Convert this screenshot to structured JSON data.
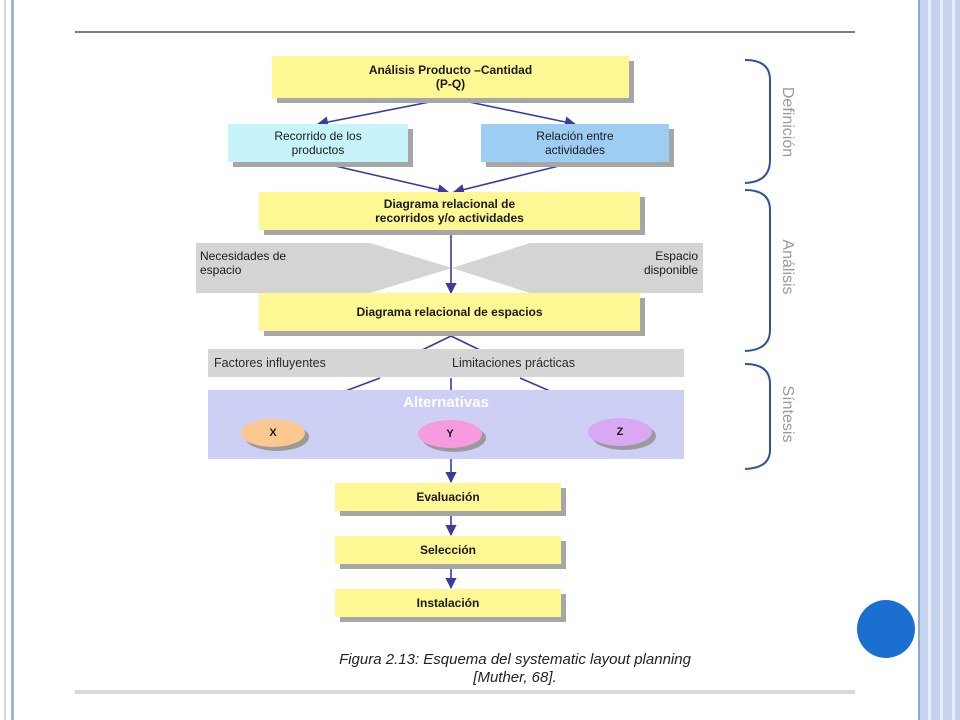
{
  "diagram": {
    "nodes": {
      "analisis": "Análisis Producto –Cantidad\n(P-Q)",
      "recorrido": "Recorrido de los\nproductos",
      "relacion": "Relación entre\nactividades",
      "diagrama_relacional": "Diagrama relacional de\nrecorridos y/o actividades",
      "necesidades": "Necesidades de\nespacio",
      "espacio_disponible": "Espacio\ndisponible",
      "diagrama_espacios": "Diagrama relacional de espacios",
      "factores": "Factores influyentes",
      "limitaciones": "Limitaciones prácticas",
      "alternativas": "Alternativas",
      "alt_x": "X",
      "alt_y": "Y",
      "alt_z": "Z",
      "evaluacion": "Evaluación",
      "seleccion": "Selección",
      "instalacion": "Instalación"
    },
    "phases": [
      "Definición",
      "Análisis",
      "Síntesis"
    ],
    "caption": "Figura 2.13: Esquema del systematic layout planning\n[Muther, 68].",
    "colors": {
      "box_yellow": "#fdf794",
      "box_cyan": "#c7f3fa",
      "box_blue": "#9ecdf4",
      "alt_panel": "#cdcff5",
      "oval_x": "#fbc98f",
      "oval_y": "#f79be0",
      "oval_z": "#d8a8f2",
      "arrow": "#3b3b9f",
      "nav_dot": "#1a6fd1"
    },
    "edges": [
      [
        "analisis",
        "recorrido"
      ],
      [
        "analisis",
        "relacion"
      ],
      [
        "recorrido",
        "diagrama_relacional"
      ],
      [
        "relacion",
        "diagrama_relacional"
      ],
      [
        "diagrama_relacional",
        "diagrama_espacios"
      ],
      [
        "diagrama_espacios",
        "alt_x"
      ],
      [
        "diagrama_espacios",
        "alt_y"
      ],
      [
        "diagrama_espacios",
        "alt_z"
      ],
      [
        "alt_y",
        "evaluacion"
      ],
      [
        "evaluacion",
        "seleccion"
      ],
      [
        "seleccion",
        "instalacion"
      ]
    ]
  }
}
